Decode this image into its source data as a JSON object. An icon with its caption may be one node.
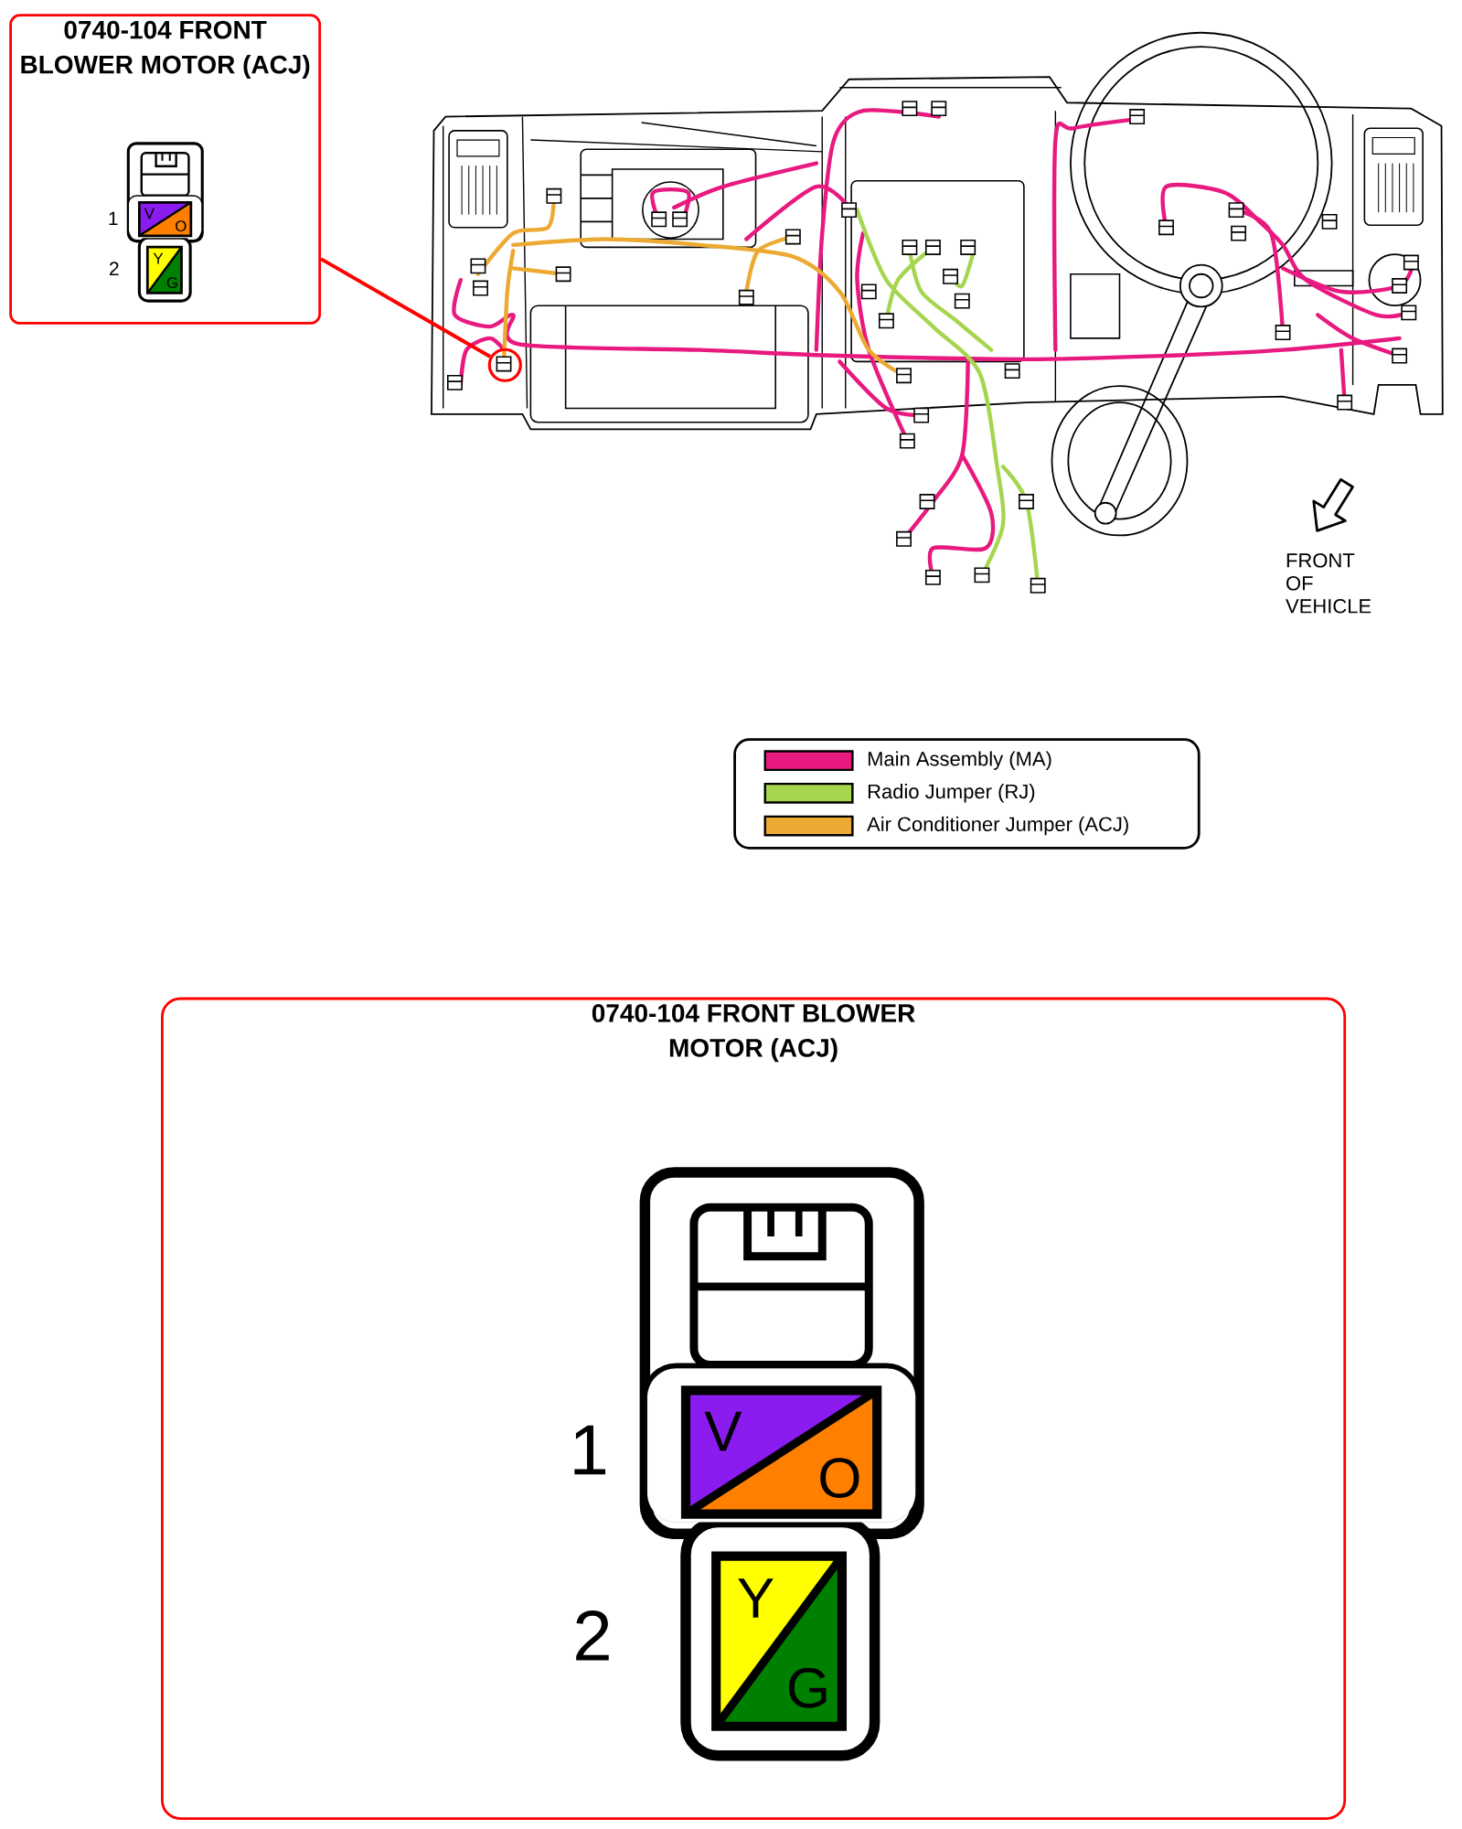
{
  "diagram": {
    "nodes": [
      {
        "text": [
          "0740-104 FRONT BLOWER MOTOR (ACJ)"
        ]
      },
      {
        "text": [],
        "shape": "circle"
      },
      {
        "text": [
          "0740-104 FRONT BLOWER MOTOR (ACJ)"
        ]
      }
    ],
    "edges": [
      {
        "from": 0,
        "to": 1,
        "arrow": "none"
      }
    ],
    "labels": [
      "1",
      "V",
      "O",
      "2",
      "Y",
      "G",
      "FRONT OF VEHICLE",
      "1",
      "V",
      "O",
      "2",
      "Y",
      "G"
    ],
    "legend": [
      {
        "text": "Main Assembly (MA)",
        "color": "#e8197f"
      },
      {
        "text": "Radio Jumper (RJ)",
        "color": "#a6d54f"
      },
      {
        "text": "Air Conditioner Jumper (ACJ)",
        "color": "#ecaa32"
      }
    ]
  }
}
